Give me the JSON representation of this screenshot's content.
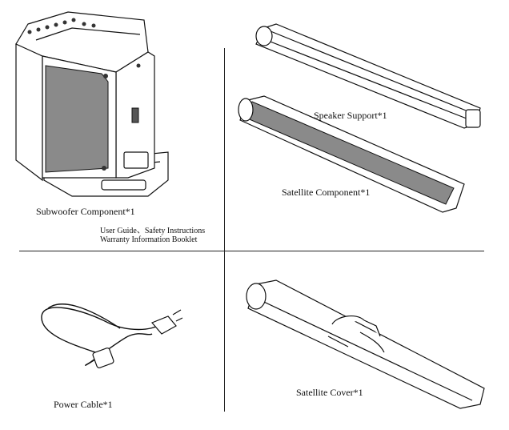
{
  "captions": {
    "subwoofer": "Subwoofer Component*1",
    "speaker_support": "Speaker Support*1",
    "satellite": "Satellite Component*1",
    "power_cable": "Power Cable*1",
    "satellite_cover": "Satellite Cover*1"
  },
  "notes": {
    "line1": "User Guide、Safety Instructions",
    "line2": "Warranty Information Booklet"
  },
  "icons": [
    "subwoofer-illustration",
    "speaker-support-illustration",
    "satellite-illustration",
    "power-cable-illustration",
    "satellite-cover-illustration"
  ]
}
